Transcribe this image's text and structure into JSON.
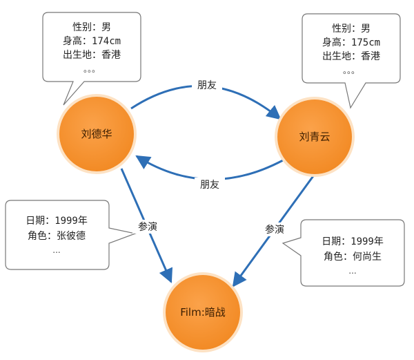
{
  "colors": {
    "node_fill": "#f7942f",
    "node_stroke": "#fde2c4",
    "edge": "#2e6fb6",
    "callout_stroke": "#777777"
  },
  "nodes": {
    "liu_dehua": {
      "label": "刘德华"
    },
    "liu_qingyun": {
      "label": "刘青云"
    },
    "film": {
      "label": "Film:暗战"
    }
  },
  "edges": {
    "friend_top": {
      "label": "朋友"
    },
    "friend_bottom": {
      "label": "朋友"
    },
    "acts_left": {
      "label": "参演"
    },
    "acts_right": {
      "label": "参演"
    }
  },
  "callouts": {
    "liu_dehua": {
      "lines": [
        "性别：男",
        "身高：174cm",
        "出生地：香港"
      ],
      "more": "。。。"
    },
    "liu_qingyun": {
      "lines": [
        "性别：男",
        "身高：175cm",
        "出生地：香港"
      ],
      "more": "。。。"
    },
    "acts_left": {
      "lines": [
        "日期：1999年",
        "角色：张彼德"
      ],
      "more": "..."
    },
    "acts_right": {
      "lines": [
        "日期：1999年",
        "角色：何尚生"
      ],
      "more": "..."
    }
  }
}
